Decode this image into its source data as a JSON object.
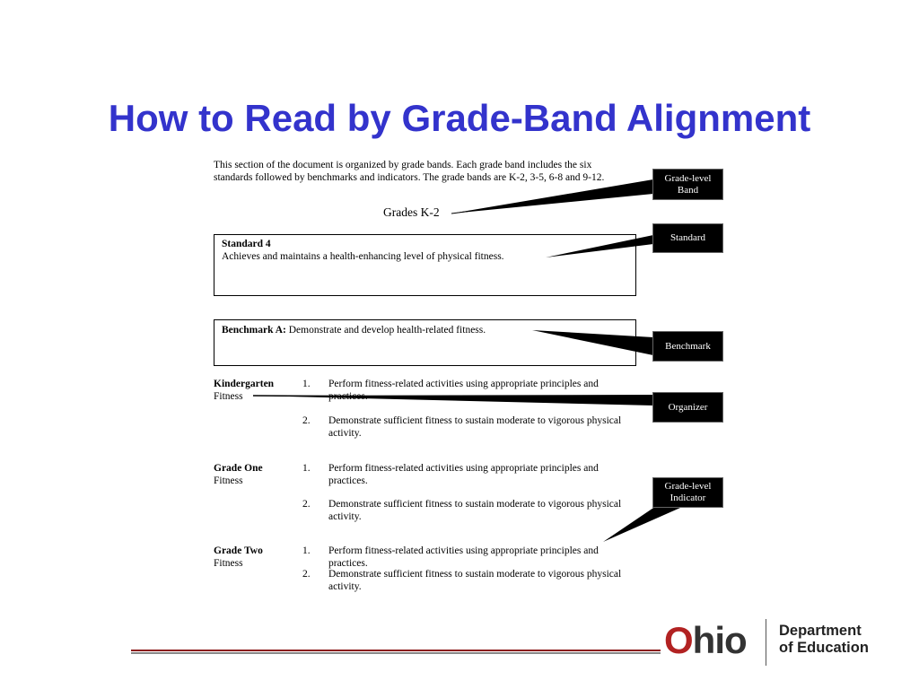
{
  "title": "How to Read by Grade-Band Alignment",
  "intro": "This section of the document is organized by grade bands. Each grade band includes the six standards followed by benchmarks and indicators. The grade bands are K-2, 3-5, 6-8 and 9-12.",
  "grades_heading": "Grades K-2",
  "standard": {
    "title": "Standard 4",
    "text": "Achieves and maintains a health-enhancing level of physical fitness."
  },
  "benchmark": {
    "label": "Benchmark A:",
    "text": "Demonstrate and develop health-related fitness."
  },
  "grades": [
    {
      "name": "Kindergarten",
      "organizer": "Fitness",
      "items": [
        {
          "num": "1.",
          "text": "Perform fitness-related activities using appropriate principles and practices."
        },
        {
          "num": "2.",
          "text": "Demonstrate sufficient fitness to sustain moderate to vigorous physical activity."
        }
      ]
    },
    {
      "name": "Grade One",
      "organizer": "Fitness",
      "items": [
        {
          "num": "1.",
          "text": "Perform fitness-related activities using appropriate principles and practices."
        },
        {
          "num": "2.",
          "text": "Demonstrate sufficient fitness to sustain moderate to vigorous physical activity."
        }
      ]
    },
    {
      "name": "Grade Two",
      "organizer": "Fitness",
      "items": [
        {
          "num": "1.",
          "text": "Perform fitness-related activities using appropriate principles and practices."
        },
        {
          "num": "2.",
          "text": "Demonstrate sufficient fitness to sustain moderate to vigorous physical activity."
        }
      ]
    }
  ],
  "callouts": {
    "grade_level_band": "Grade-level Band",
    "standard": "Standard",
    "benchmark": "Benchmark",
    "organizer": "Organizer",
    "grade_level_indicator": "Grade-level Indicator"
  },
  "logo": {
    "ohio_o": "O",
    "ohio_rest": "hio",
    "dept_line1": "Department",
    "dept_line2": "of Education"
  },
  "colors": {
    "title": "#3333cc",
    "logo_red": "#b22222",
    "footer_rule": "#8b1a1a"
  }
}
